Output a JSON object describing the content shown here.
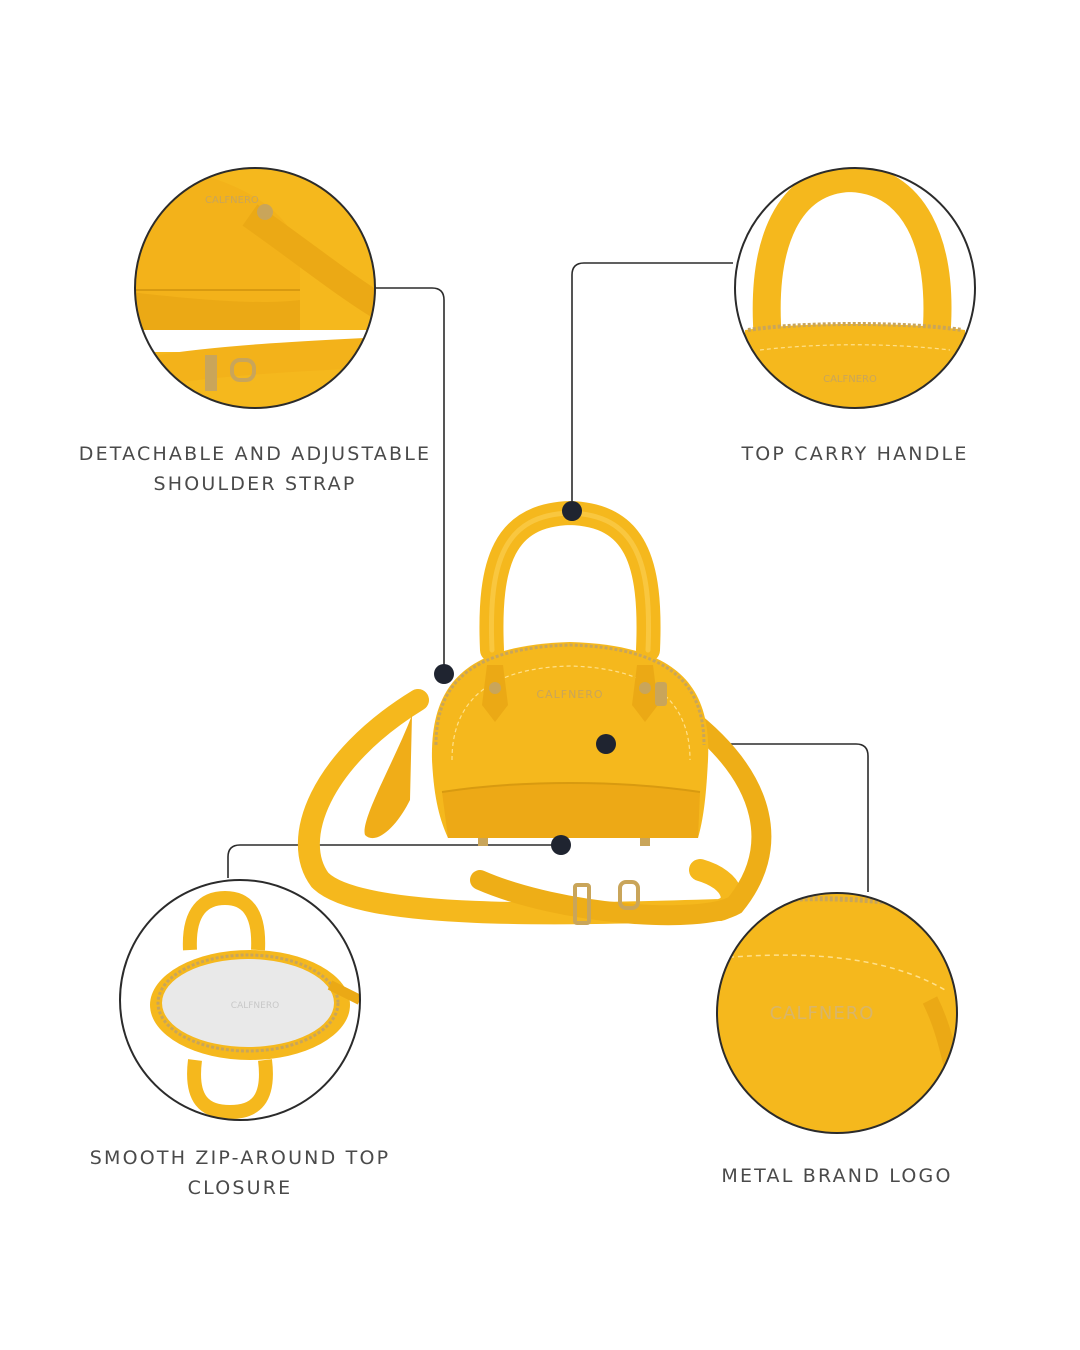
{
  "features": {
    "strap": {
      "line1": "DETACHABLE AND ADJUSTABLE",
      "line2": "SHOULDER STRAP"
    },
    "handle": {
      "line1": "TOP CARRY HANDLE"
    },
    "zip": {
      "line1": "SMOOTH ZIP-AROUND TOP",
      "line2": "CLOSURE"
    },
    "logo": {
      "line1": "METAL BRAND LOGO"
    }
  },
  "brand": {
    "logo_text": "CALFNERO"
  },
  "colors": {
    "bag": "#f5b81d",
    "bag_dark": "#e0a010",
    "hardware": "#c9a55a",
    "line": "#2b2b2b",
    "dot": "#1f2430",
    "lining": "#e9e9e9"
  },
  "icons": [
    "bag-illustration",
    "strap-detail-photo",
    "handle-detail-photo",
    "interior-detail-photo",
    "logo-detail-photo"
  ]
}
